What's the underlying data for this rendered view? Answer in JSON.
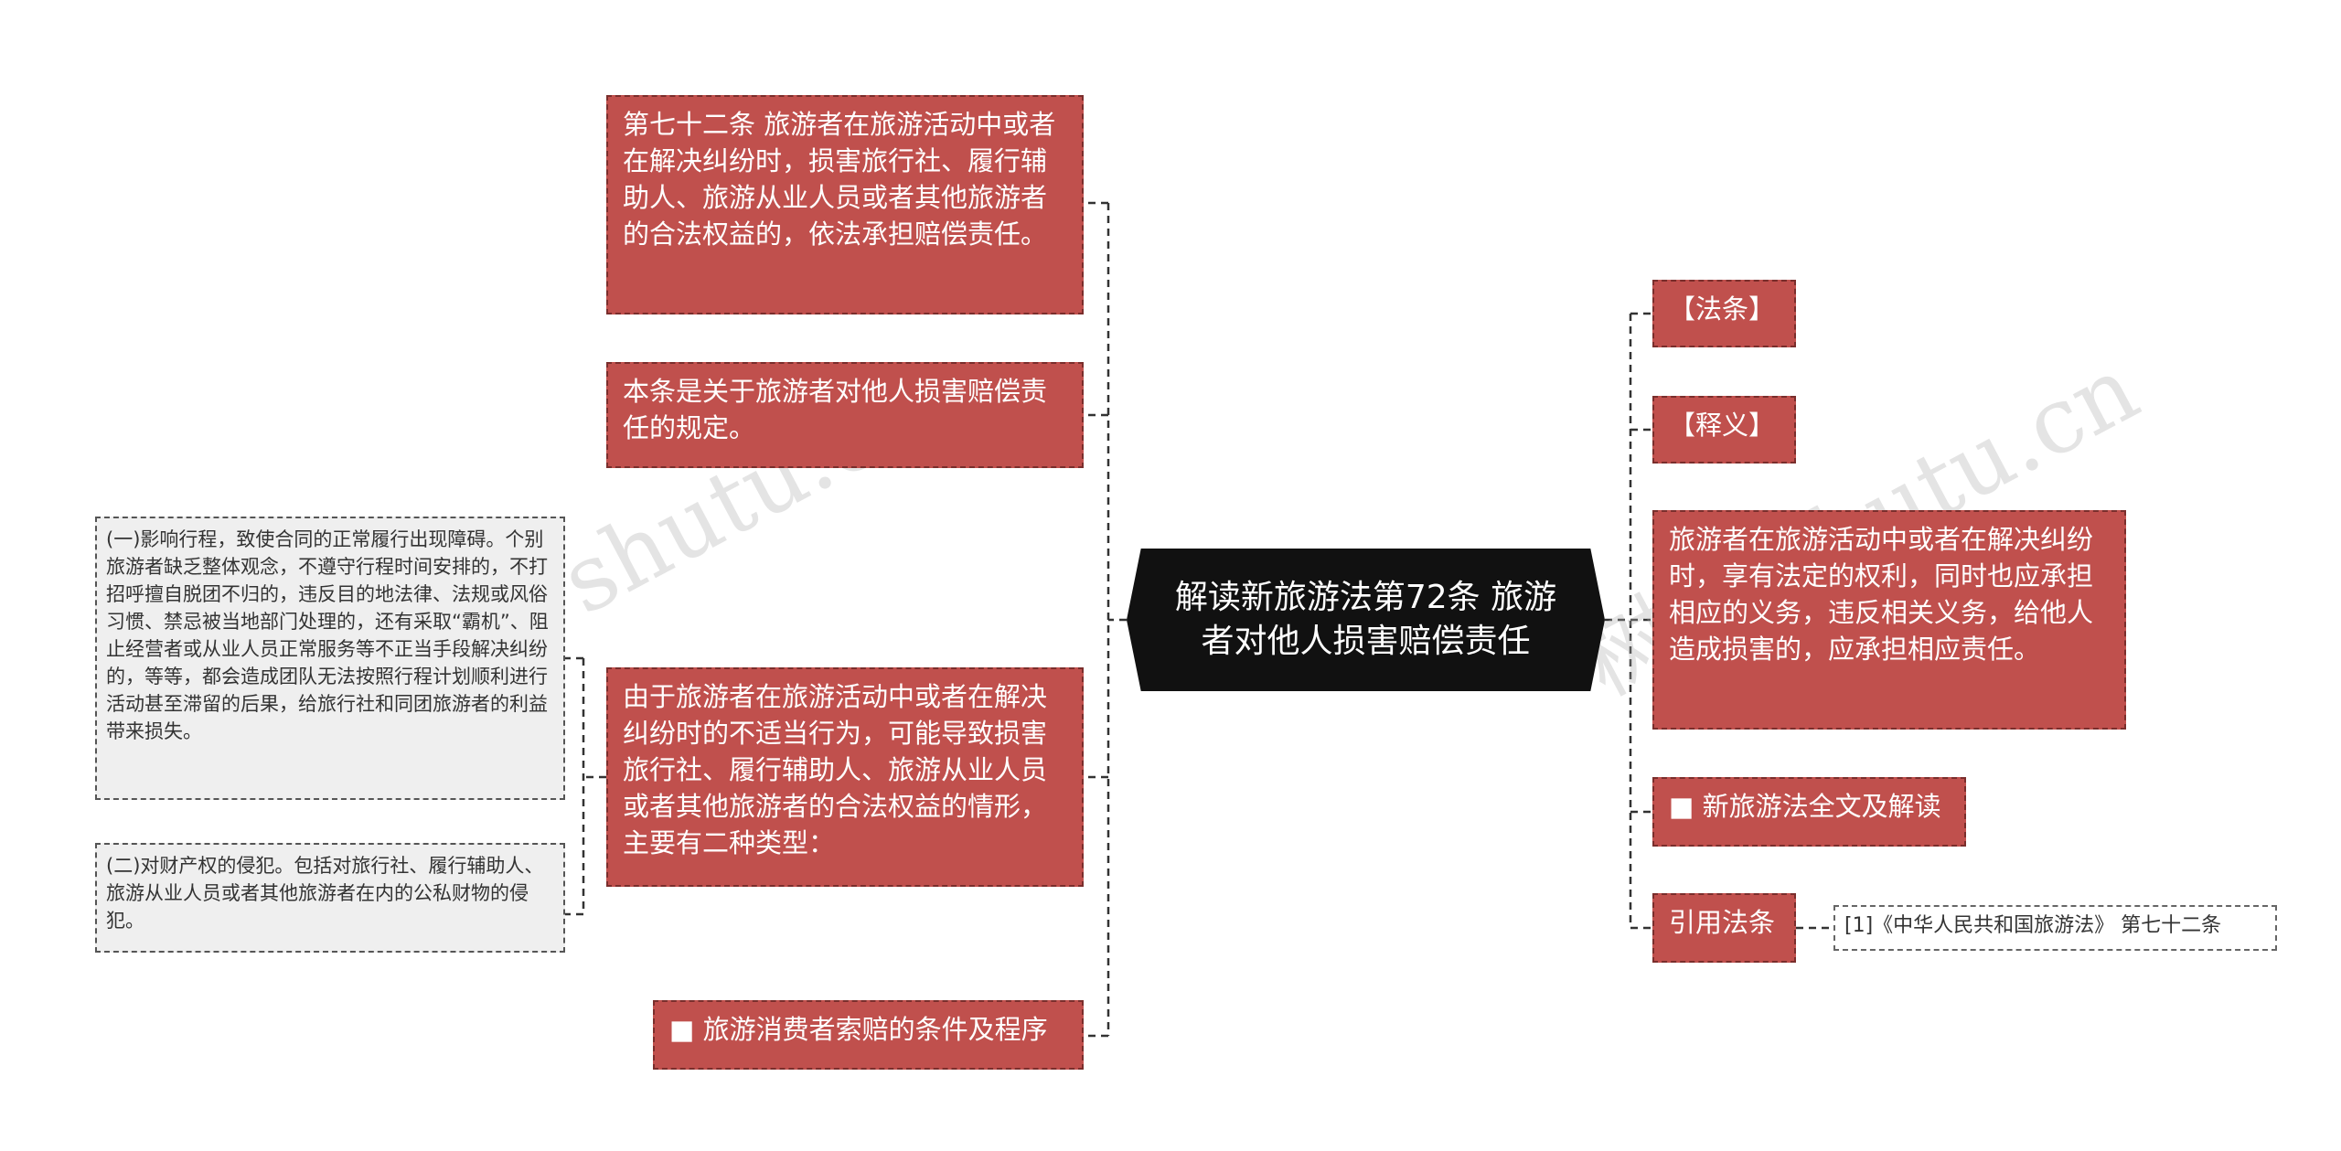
{
  "center": {
    "title": "解读新旅游法第72条 旅游者对他人损害赔偿责任"
  },
  "left_branches": [
    {
      "text": "第七十二条 旅游者在旅游活动中或者在解决纠纷时，损害旅行社、履行辅助人、旅游从业人员或者其他旅游者的合法权益的，依法承担赔偿责任。"
    },
    {
      "text": "本条是关于旅游者对他人损害赔偿责任的规定。"
    },
    {
      "text": "由于旅游者在旅游活动中或者在解决纠纷时的不适当行为，可能导致损害旅行社、履行辅助人、旅游从业人员或者其他旅游者的合法权益的情形，主要有二种类型："
    },
    {
      "text": "■ 旅游消费者索赔的条件及程序"
    }
  ],
  "left_sub_branches": [
    {
      "text": "(一)影响行程，致使合同的正常履行出现障碍。个别旅游者缺乏整体观念，不遵守行程时间安排的，不打招呼擅自脱团不归的，违反目的地法律、法规或风俗习惯、禁忌被当地部门处理的，还有采取“霸机”、阻止经营者或从业人员正常服务等不正当手段解决纠纷的，等等，都会造成团队无法按照行程计划顺利进行活动甚至滞留的后果，给旅行社和同团旅游者的利益带来损失。"
    },
    {
      "text": "(二)对财产权的侵犯。包括对旅行社、履行辅助人、旅游从业人员或者其他旅游者在内的公私财物的侵犯。"
    }
  ],
  "right_branches": [
    {
      "text": "【法条】"
    },
    {
      "text": "【释义】"
    },
    {
      "text": "旅游者在旅游活动中或者在解决纠纷时，享有法定的权利，同时也应承担相应的义务，违反相关义务，给他人造成损害的，应承担相应责任。"
    },
    {
      "text": "■ 新旅游法全文及解读"
    },
    {
      "text": "引用法条"
    }
  ],
  "citation": {
    "text": "[1]《中华人民共和国旅游法》 第七十二条"
  },
  "watermarks": [
    "树图 shutu.cn",
    "树图 shutu.cn"
  ],
  "colors": {
    "node": "#c0504d",
    "node_border": "#7a2e2c",
    "center": "#111111",
    "connector": "#333333"
  }
}
